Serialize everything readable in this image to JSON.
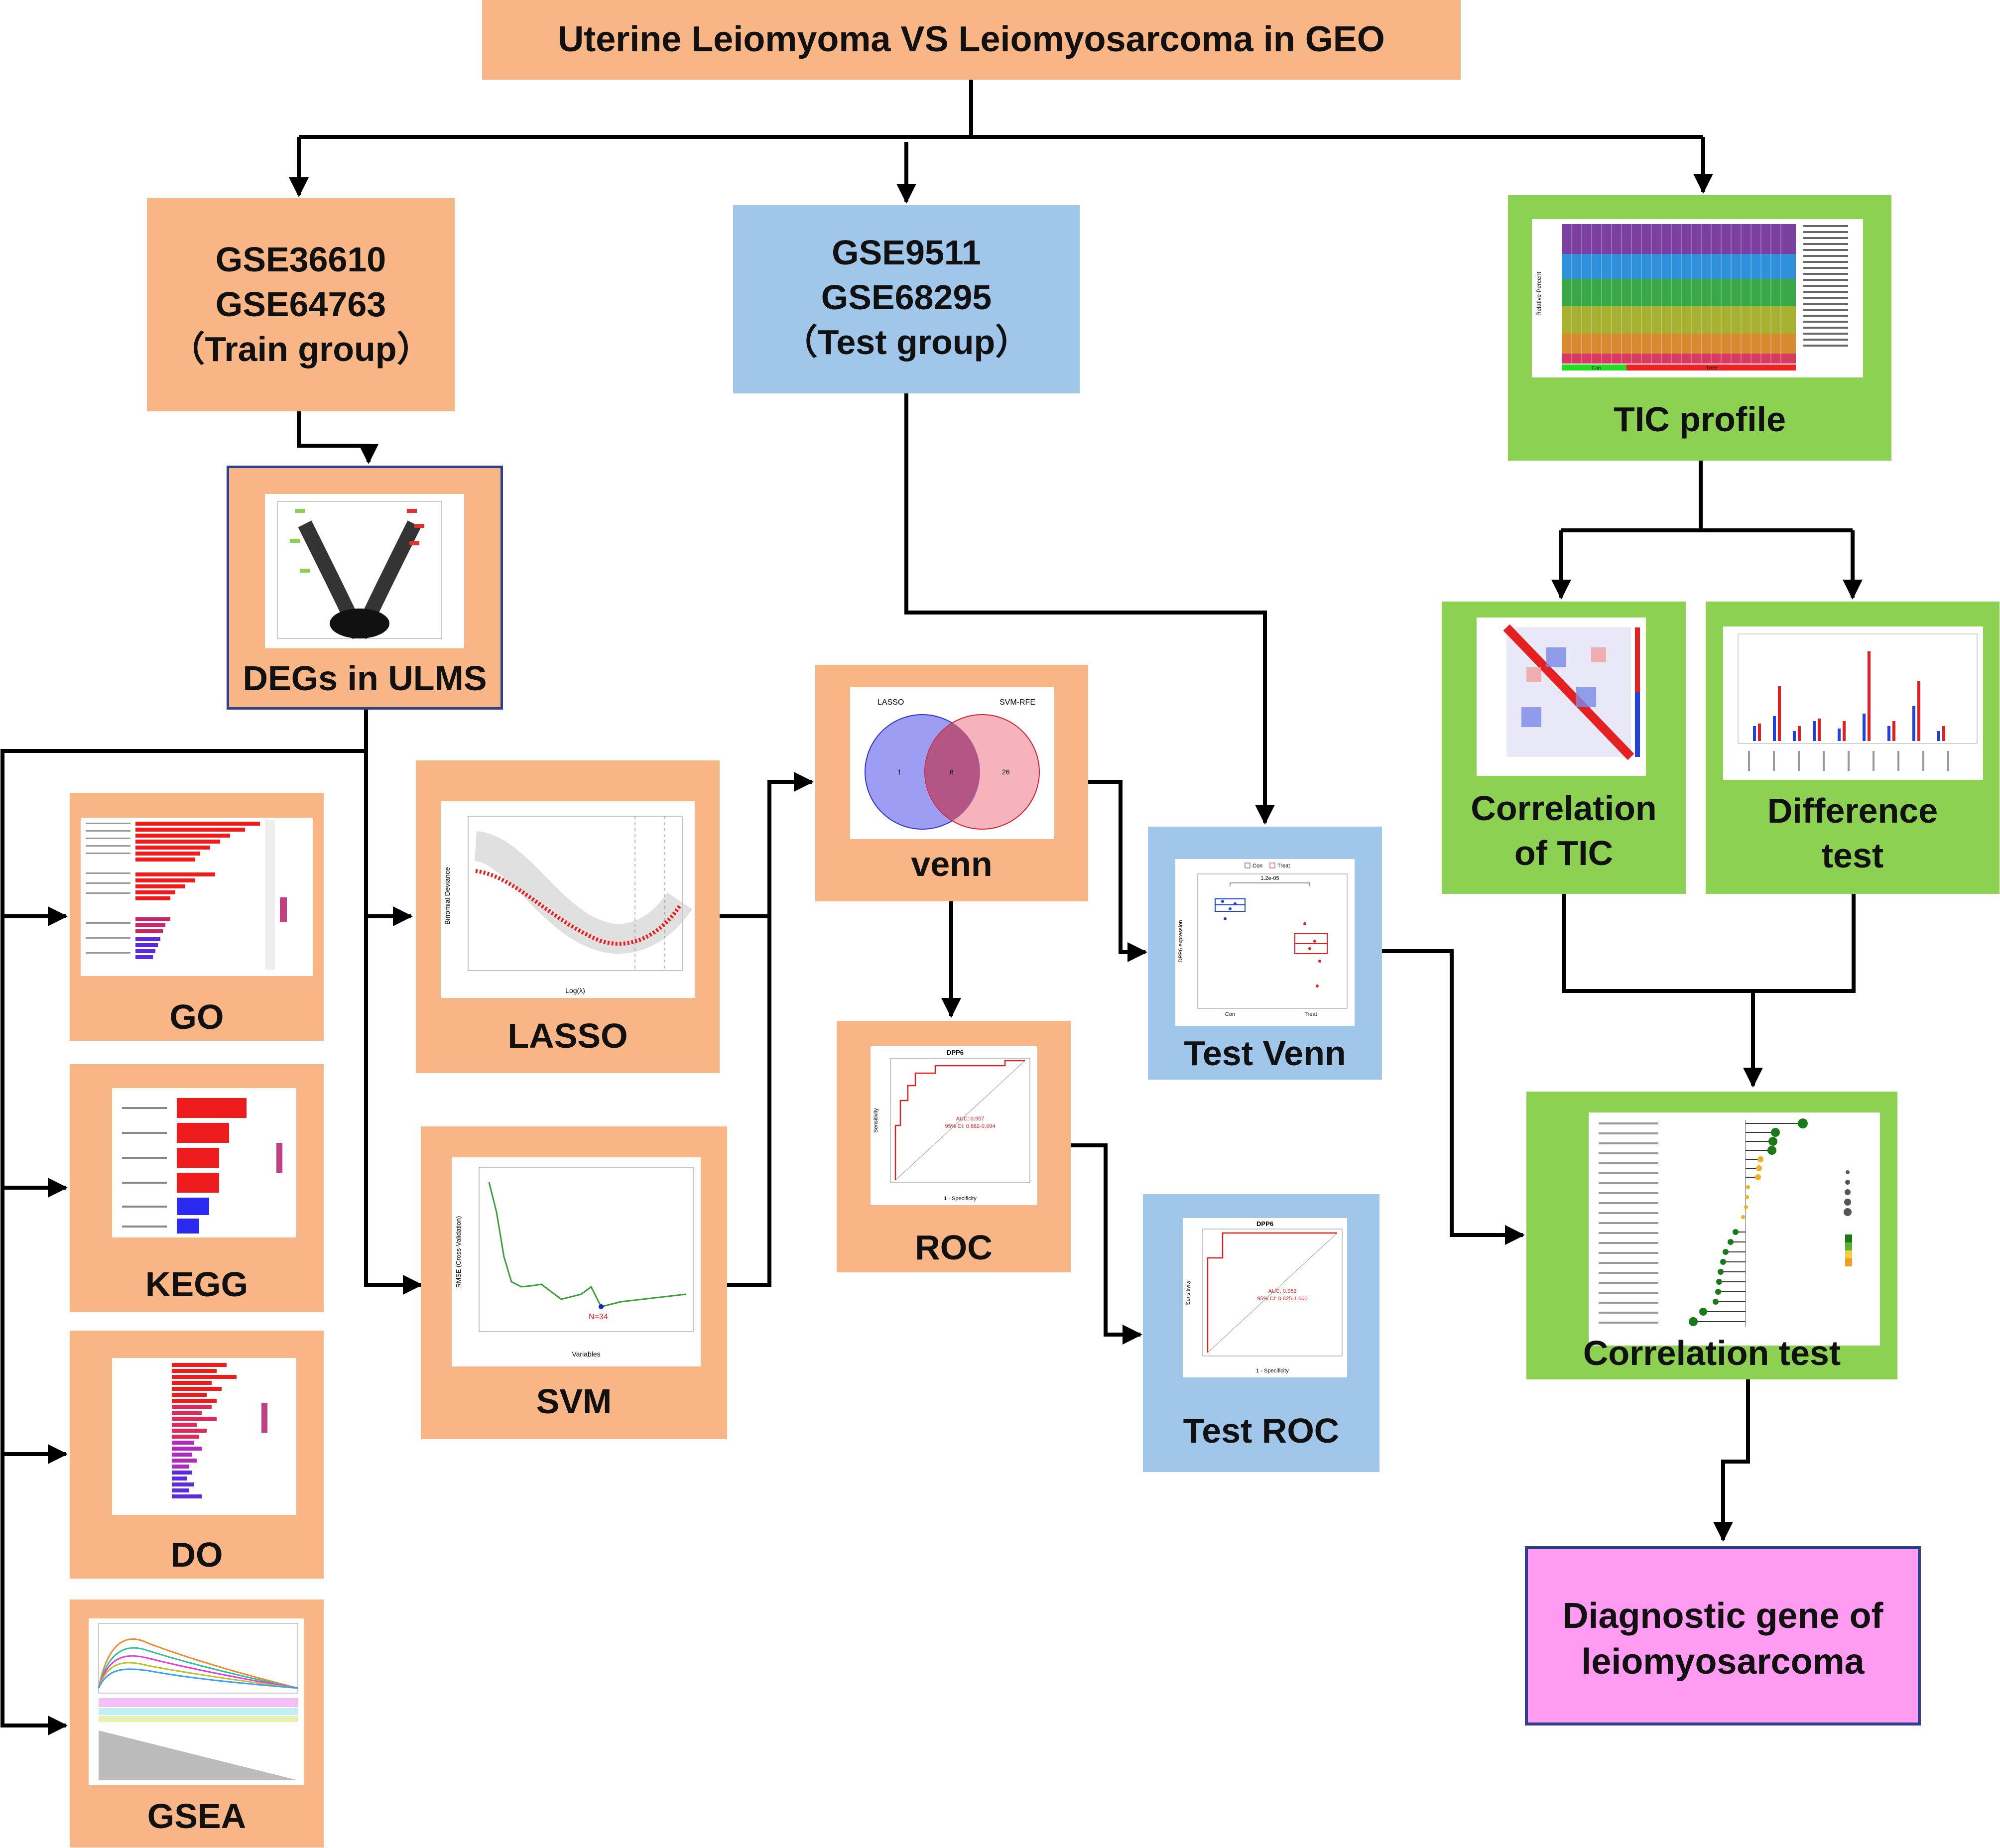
{
  "nodes": {
    "title": "Uterine Leiomyoma VS Leiomyosarcoma in GEO",
    "train": [
      "GSE36610",
      "GSE64763",
      "（Train group）"
    ],
    "test": [
      "GSE9511",
      "GSE68295",
      "（Test group）"
    ],
    "tic_profile": "TIC profile",
    "degs": "DEGs in ULMS",
    "go": "GO",
    "kegg": "KEGG",
    "do": "DO",
    "gsea": "GSEA",
    "lasso": "LASSO",
    "svm": "SVM",
    "venn": "venn",
    "roc": "ROC",
    "test_venn": "Test Venn",
    "test_roc": "Test ROC",
    "correlation_tic": [
      "Correlation",
      "of TIC"
    ],
    "difference_test": [
      "Difference",
      "test"
    ],
    "correlation_test": "Correlation test",
    "diagnostic": [
      "Diagnostic gene of",
      "leiomyosarcoma"
    ]
  },
  "thumbnails": {
    "venn": {
      "left_set": "LASSO",
      "right_set": "SVM-RFE",
      "left_only": "1",
      "overlap": "8",
      "right_only": "26"
    },
    "roc": {
      "gene": "DPP6",
      "auc": "AUC: 0.957",
      "ci": "95% CI: 0.882-0.994",
      "xlabel": "1 - Specificity",
      "ylabel": "Sensitivity"
    },
    "test_roc": {
      "gene": "DPP6",
      "auc": "AUC: 0.963",
      "ci": "95% CI: 0.825-1.000",
      "xlabel": "1 - Specificity",
      "ylabel": "Sensitivity"
    },
    "test_venn": {
      "legend_con": "Con",
      "legend_treat": "Treat",
      "pvalue": "1.2e-05",
      "ylabel": "DPP6 expression",
      "x_con": "Con",
      "x_treat": "Treat"
    },
    "svm": {
      "annotation": "N=34",
      "xlabel": "Variables",
      "ylabel": "RMSE (Cross-Validation)"
    },
    "lasso": {
      "xlabel": "Log(λ)",
      "ylabel": "Binomial Deviance"
    },
    "tic_profile": {
      "ylabel": "Relative Percent",
      "con": "Con",
      "treat": "Treat"
    }
  },
  "colors": {
    "orange": "#F8B585",
    "blue": "#A0C6EA",
    "green": "#8CD152",
    "pink": "#FF9CF2",
    "pink_border": "#2E3F8C",
    "arrow": "#000000"
  }
}
